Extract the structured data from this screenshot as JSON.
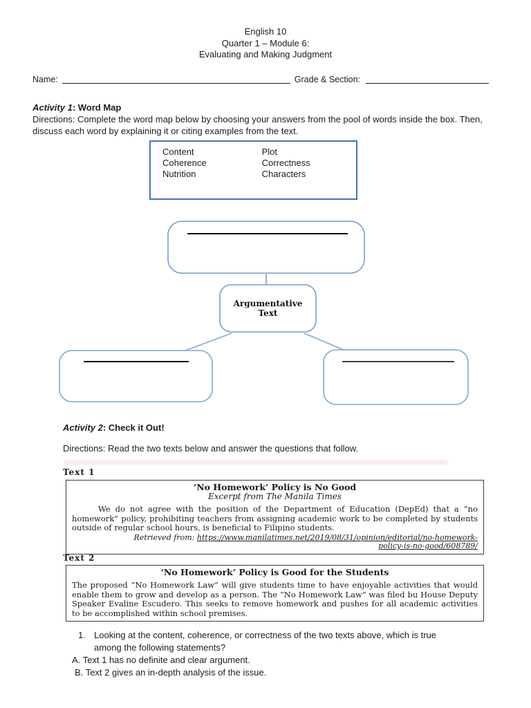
{
  "header": {
    "line1": "English 10",
    "line2": "Quarter 1 – Module 6:",
    "line3": "Evaluating and Making Judgment"
  },
  "name_row": {
    "name_label": "Name:",
    "grade_label": "Grade & Section:"
  },
  "activity1": {
    "label_italic": "Activity 1",
    "label_bold": ": Word Map",
    "directions": "Directions: Complete the word map below by choosing your answers from the pool of words inside the box. Then, discuss each word by explaining it or citing examples from the text.",
    "word_pool": {
      "col1": [
        "Content",
        "Coherence",
        "Nutrition"
      ],
      "col2": [
        "Plot",
        "Correctness",
        "Characters"
      ]
    }
  },
  "diagram": {
    "center_label": "Argumentative Text"
  },
  "activity2": {
    "label_italic": "Activity 2",
    "label_bold": ": Check it Out!",
    "directions": "Directions: Read the two texts below and answer the questions that follow.",
    "text1": {
      "label": "Text 1",
      "title": "‘No Homework’ Policy is No Good",
      "subtitle": "Excerpt from The Manila Times",
      "body": "We do not agree with the position of the Department of Education (DepEd) that a “no homework” policy, prohibiting teachers from assigning academic work to be completed by students outside of regular school hours, is beneficial to Filipino students.",
      "source_prefix": "Retrieved from: ",
      "source_url_part1": "https://www.manilatimes.net/2019/08/31/opinion/editorial/no-homework-",
      "source_url_part2": "policy-is-no-good/608789/"
    },
    "text2": {
      "label": "Text 2",
      "title": "‘No Homework’ Policy is Good for the Students",
      "body": "The proposed “No Homework Law” will give students time to have enjoyable activities that would enable them to grow and develop as a person. The “No Homework Law” was filed bu House Deputy Speaker Evaline Escudero. This seeks to remove homework and pushes for all academic activities to be accomplished within school premises."
    }
  },
  "questions": {
    "q1_number": "1.",
    "q1_text": "Looking at the content, coherence, or correctness of the two texts above, which is true among the following statements?",
    "options": [
      {
        "letter": "A.",
        "text": "Text 1 has no definite and clear argument."
      },
      {
        "letter": "B.",
        "text": "Text 2 gives an in-depth analysis of the issue."
      }
    ]
  },
  "colors": {
    "pool_border": "#4472c4",
    "diagram_border": "#7aa6d6",
    "connector": "#8eb4dc",
    "text_box_border": "#3a3a3a"
  }
}
